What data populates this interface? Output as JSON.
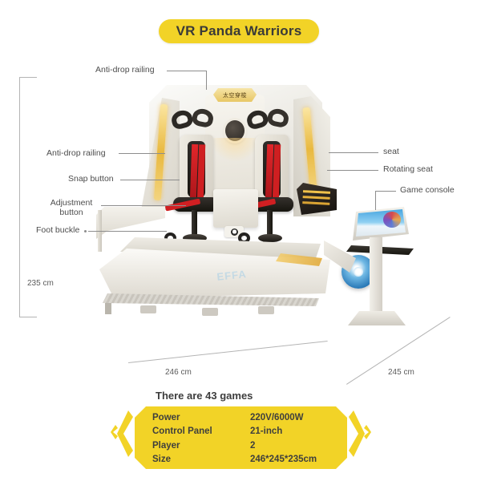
{
  "header": {
    "title": "VR Panda Warriors"
  },
  "product": {
    "plaque_text": "太空穿梭",
    "watermark": "EFFA"
  },
  "callouts_left": [
    {
      "name": "anti-drop-railing-top",
      "label": "Anti-drop railing"
    },
    {
      "name": "anti-drop-railing-mid",
      "label": "Anti-drop railing"
    },
    {
      "name": "snap-button",
      "label": "Snap button"
    },
    {
      "name": "adjustment-button",
      "label": "Adjustment\nbutton"
    },
    {
      "name": "foot-buckle",
      "label": "Foot buckle"
    }
  ],
  "callouts_right": [
    {
      "name": "seat",
      "label": "seat"
    },
    {
      "name": "rotating-seat",
      "label": "Rotating seat"
    },
    {
      "name": "game-console",
      "label": "Game console"
    }
  ],
  "dimensions": {
    "height": "235 cm",
    "width": "246 cm",
    "depth": "245 cm"
  },
  "specs": {
    "games_headline": "There are 43 games",
    "rows": [
      {
        "key": "Power",
        "value": "220V/6000W"
      },
      {
        "key": "Control Panel",
        "value": "21-inch"
      },
      {
        "key": "Player",
        "value": "2"
      },
      {
        "key": "Size",
        "value": "246*245*235cm"
      }
    ]
  },
  "colors": {
    "accent_yellow": "#f2d327",
    "text_dark": "#3d3d3d",
    "callout_gray": "#4d4d4d",
    "dim_gray": "#b4b4b4",
    "harness_red": "#cf1f21",
    "led_amber": "#f0c04a"
  }
}
